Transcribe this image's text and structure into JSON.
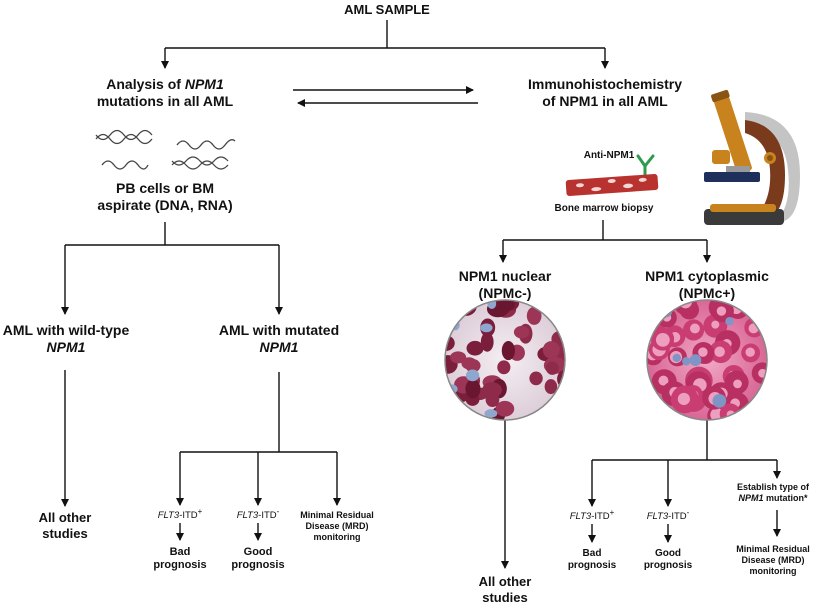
{
  "root": "AML SAMPLE",
  "left": {
    "title_prefix": "Analysis of ",
    "title_gene": "NPM1",
    "title_line2": "mutations in all AML",
    "sample_line1": "PB cells or BM",
    "sample_line2": "aspirate (DNA, RNA)",
    "wildtype_line1": "AML with wild-type",
    "wildtype_line2": "NPM1",
    "mutated_line1": "AML with mutated",
    "mutated_line2": "NPM1",
    "other_line1": "All other",
    "other_line2": "studies",
    "itd_pos_gene": "FLT3",
    "itd_pos_suffix": "-ITD",
    "itd_pos_sup": "+",
    "itd_neg_gene": "FLT3",
    "itd_neg_suffix": "-ITD",
    "itd_neg_sup": "-",
    "bad_line1": "Bad",
    "bad_line2": "prognosis",
    "good_line1": "Good",
    "good_line2": "prognosis",
    "mrd_line1": "Minimal Residual",
    "mrd_line2": "Disease (MRD)",
    "mrd_line3": "monitoring"
  },
  "right": {
    "title_line1": "Immunohistochemistry",
    "title_line2": "of NPM1 in all AML",
    "antibody": "Anti-NPM1",
    "biopsy": "Bone marrow biopsy",
    "nuclear_line1": "NPM1 nuclear",
    "nuclear_line2": "(NPMc-)",
    "cyto_line1": "NPM1 cytoplasmic",
    "cyto_line2": "(NPMc+)",
    "other_line1": "All other",
    "other_line2": "studies",
    "itd_pos_gene": "FLT3",
    "itd_pos_suffix": "-ITD",
    "itd_pos_sup": "+",
    "itd_neg_gene": "FLT3",
    "itd_neg_suffix": "-ITD",
    "itd_neg_sup": "-",
    "bad_line1": "Bad",
    "bad_line2": "prognosis",
    "good_line1": "Good",
    "good_line2": "prognosis",
    "type_line1": "Establish type of",
    "type_gene": "NPM1",
    "type_suffix": " mutation*",
    "mrd_line1": "Minimal Residual",
    "mrd_line2": "Disease (MRD)",
    "mrd_line3": "monitoring"
  },
  "colors": {
    "line": "#111111",
    "nuclear_stain": "#7a1e3c",
    "cytoplasmic_stain": "#d9457f",
    "antibody": "#2e9a4e",
    "biopsy": "#b8322f",
    "microscope_brass": "#c8821e",
    "microscope_body": "#7a3a1c"
  },
  "icons": [
    "dna-strands-icon",
    "antibody-icon",
    "bone-marrow-biopsy-icon",
    "microscope-icon",
    "nuclear-stain-micrograph",
    "cytoplasmic-stain-micrograph"
  ]
}
